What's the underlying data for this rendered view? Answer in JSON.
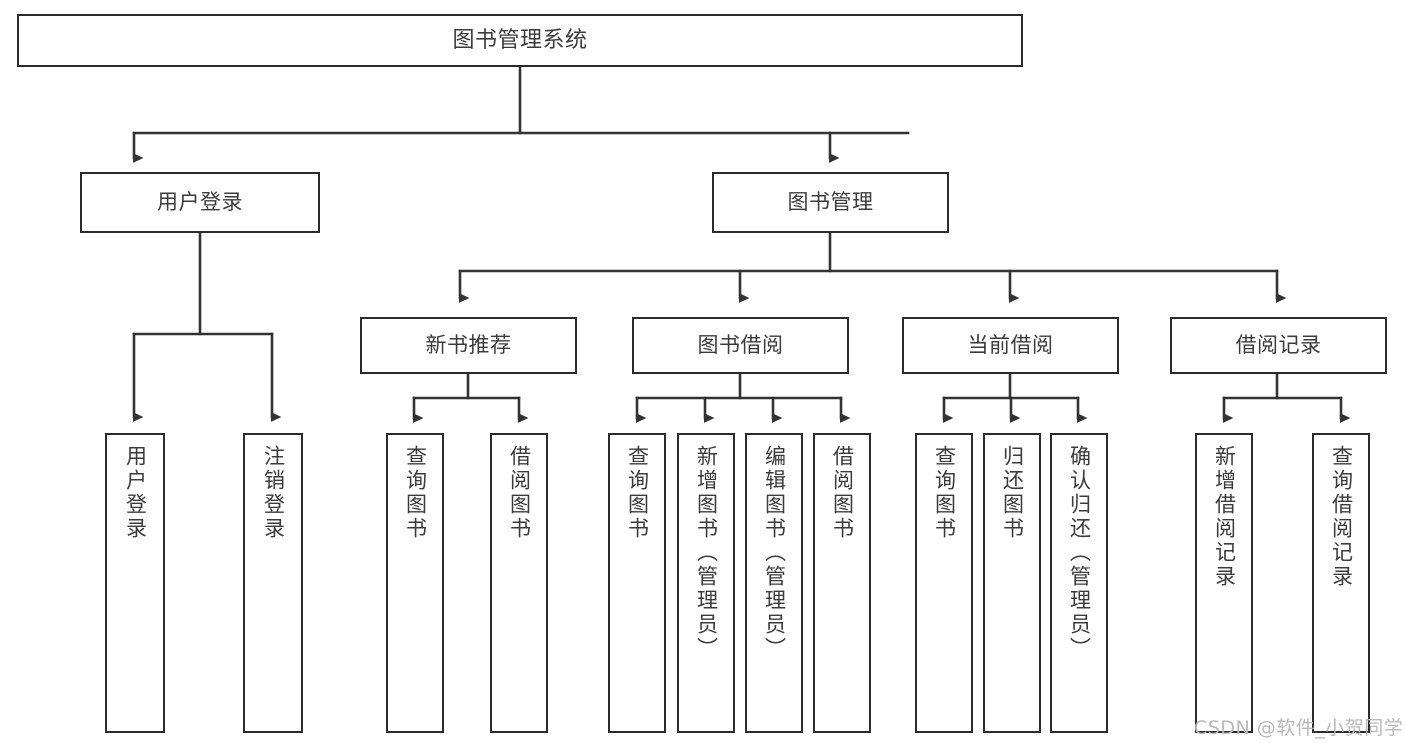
{
  "diagram": {
    "title": "图书管理系统",
    "watermark": "CSDN @软件_小贺同学",
    "colors": {
      "box_border": "#2b2b2b",
      "box_fill": "#ffffff",
      "text": "#3b3b3b",
      "line": "#333333",
      "watermark": "#b9b9b9",
      "background": "#ffffff"
    },
    "levels": {
      "root": "图书管理系统",
      "level2": [
        "用户登录",
        "图书管理"
      ],
      "level3": [
        "新书推荐",
        "图书借阅",
        "当前借阅",
        "借阅记录"
      ]
    },
    "nodes": {
      "root": {
        "label": "图书管理系统"
      },
      "user_login": {
        "label": "用户登录"
      },
      "book_manage": {
        "label": "图书管理"
      },
      "new_book_rec": {
        "label": "新书推荐"
      },
      "book_borrow": {
        "label": "图书借阅"
      },
      "current_borrow": {
        "label": "当前借阅"
      },
      "borrow_record": {
        "label": "借阅记录"
      },
      "leaf_user_login": {
        "label": "用户登录"
      },
      "leaf_logout": {
        "label": "注销登录"
      },
      "leaf_query_book_1": {
        "label": "查询图书"
      },
      "leaf_borrow_book_1": {
        "label": "借阅图书"
      },
      "leaf_query_book_2": {
        "label": "查询图书"
      },
      "leaf_add_book": {
        "label": "新增图书（管理员）"
      },
      "leaf_edit_book": {
        "label": "编辑图书（管理员）"
      },
      "leaf_borrow_book_2": {
        "label": "借阅图书"
      },
      "leaf_query_book_3": {
        "label": "查询图书"
      },
      "leaf_return_book": {
        "label": "归还图书"
      },
      "leaf_confirm_return": {
        "label": "确认归还（管理员）"
      },
      "leaf_add_record": {
        "label": "新增借阅记录"
      },
      "leaf_query_record": {
        "label": "查询借阅记录"
      }
    }
  }
}
